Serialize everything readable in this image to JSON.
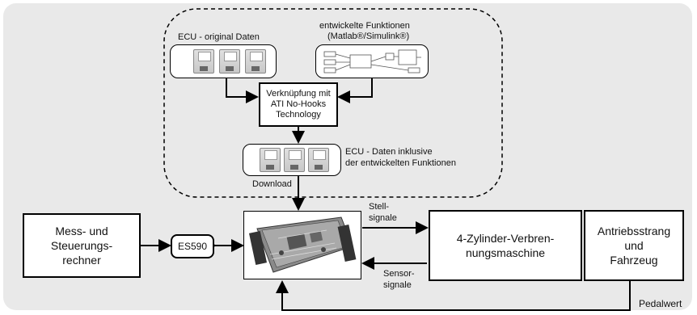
{
  "labels": {
    "ecu_original": "ECU - original Daten",
    "dev_functions_line1": "entwickelte Funktionen",
    "dev_functions_line2": "(Matlab®/Simulink®)",
    "link_line1": "Verknüpfung mit",
    "link_line2": "ATI No-Hooks",
    "link_line3": "Technology",
    "ecu_incl_line1": "ECU - Daten inklusive",
    "ecu_incl_line2": "der entwickelten Funktionen",
    "download": "Download",
    "computer_line1": "Mess- und",
    "computer_line2": "Steuerungs-",
    "computer_line3": "rechner",
    "es590": "ES590",
    "stell_line1": "Stell-",
    "stell_line2": "signale",
    "sensor_line1": "Sensor-",
    "sensor_line2": "signale",
    "engine_line1": "4-Zylinder-Verbren-",
    "engine_line2": "nungsmaschine",
    "drive_line1": "Antriebsstrang",
    "drive_line2": "und",
    "drive_line3": "Fahrzeug",
    "pedal": "Pedalwert"
  }
}
